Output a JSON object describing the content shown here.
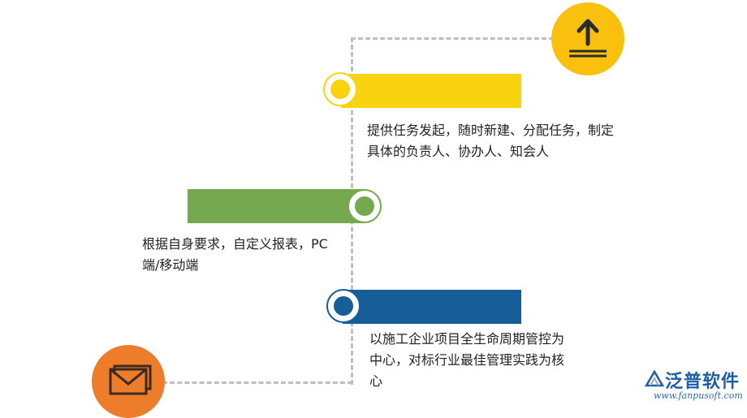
{
  "colors": {
    "yellow": "#f9d30f",
    "green": "#76a84f",
    "blue": "#175e98",
    "orange": "#ee7d2b",
    "dashed_line": "#bfbfbf",
    "logo_blue": "#1c5fa6"
  },
  "top_icon": {
    "name": "upload-icon"
  },
  "bottom_icon": {
    "name": "mail-icon"
  },
  "items": [
    {
      "color": "yellow",
      "text": "提供任务发起，随时新建、分配任务，制定具体的负责人、协办人、知会人"
    },
    {
      "color": "green",
      "text": "根据自身要求，自定义报表，PC端/移动端"
    },
    {
      "color": "blue",
      "text": "以施工企业项目全生命周期管控为中心，对标行业最佳管理实践为核心"
    }
  ],
  "logo": {
    "name": "泛普软件",
    "url": "www.fanpusoft.com"
  }
}
